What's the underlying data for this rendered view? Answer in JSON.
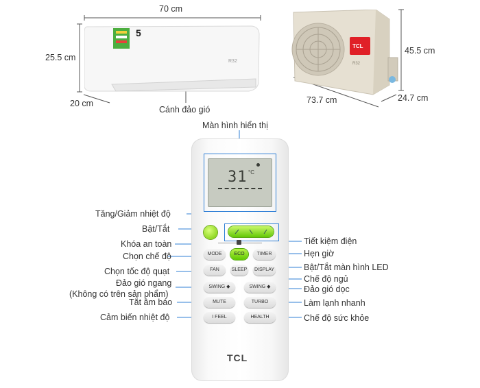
{
  "dimensions": {
    "indoor_width": "70 cm",
    "indoor_height": "25.5 cm",
    "indoor_depth": "20 cm",
    "outdoor_width": "73.7 cm",
    "outdoor_height": "45.5 cm",
    "outdoor_depth": "24.7 cm"
  },
  "indoor_unit": {
    "louver_label": "Cánh đảo gió",
    "badge": "5",
    "refrigerant": "R32"
  },
  "outdoor_unit": {
    "brand": "TCL",
    "refrigerant": "R32"
  },
  "remote": {
    "display_label": "Màn hình hiển thị",
    "screen_temp": "31",
    "screen_unit": "°C",
    "brand": "TCL",
    "buttons": {
      "mode": "MODE",
      "eco": "ECO",
      "timer": "TIMER",
      "fan": "FAN",
      "sleep": "SLEEP",
      "display": "DISPLAY",
      "swing_h": "SWING ◆",
      "swing_v": "SWING ◆",
      "mute": "MUTE",
      "turbo": "TURBO",
      "ifeel": "I FEEL",
      "health": "HEALTH"
    },
    "left_labels": {
      "temp": "Tăng/Giảm nhiệt độ",
      "power": "Bật/Tắt",
      "lock": "Khóa an toàn",
      "mode": "Chọn chế độ",
      "fan": "Chọn tốc độ quạt",
      "swing_h": "Đảo gió ngang",
      "swing_h_note": "(Không có trên sản phẩm)",
      "mute": "Tắt âm báo",
      "ifeel": "Cảm biến nhiệt độ"
    },
    "right_labels": {
      "eco": "Tiết kiệm điện",
      "timer": "Hẹn giờ",
      "display": "Bật/Tắt màn hình LED",
      "sleep": "Chế độ ngủ",
      "swing_v": "Đảo gió dọc",
      "turbo": "Làm lạnh nhanh",
      "health": "Chế độ sức khỏe"
    }
  }
}
